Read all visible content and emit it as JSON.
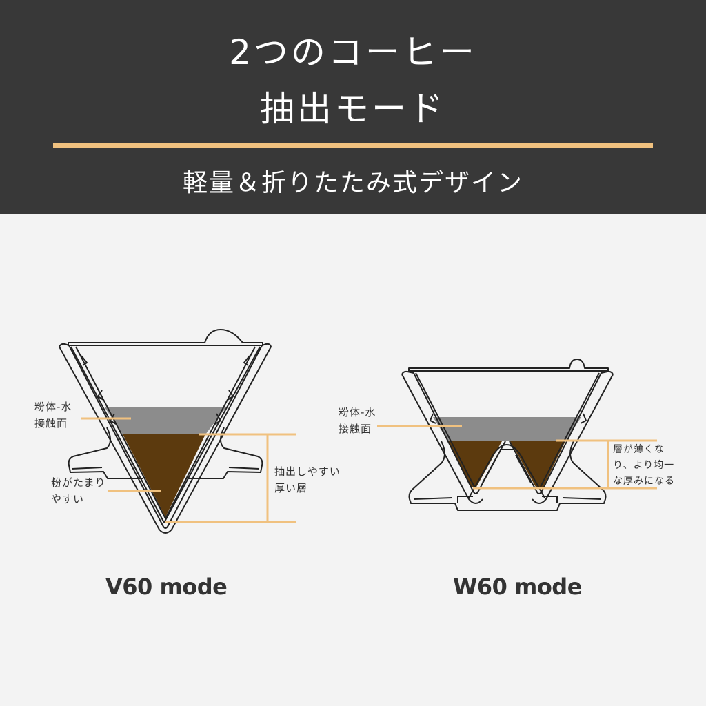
{
  "header": {
    "title_line1": "2つのコーヒー",
    "title_line2": "抽出モード",
    "subtitle": "軽量＆折りたたみ式デザイン",
    "background_color": "#383838",
    "accent_color": "#f0c17f"
  },
  "v60": {
    "mode_label": "V60 mode",
    "labels": {
      "contact_surface": "粉体-水\n接触面",
      "powder_accumulates": "粉がたまり\nやすい",
      "thick_layer": "抽出しやすい\n厚い層"
    }
  },
  "w60": {
    "mode_label": "W60 mode",
    "labels": {
      "contact_surface": "粉体-水\n接触面",
      "thin_uniform_layer": "層が薄くな\nり、より均一\nな厚みになる"
    }
  },
  "colors": {
    "water_layer": "#8c8c8c",
    "coffee_layer": "#5c3a0e",
    "annotation_line": "#f0c17f",
    "outline": "#222222"
  }
}
